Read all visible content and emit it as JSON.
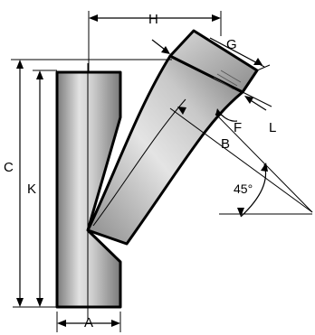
{
  "diagram": {
    "labels": {
      "h": "H",
      "g": "G",
      "c": "C",
      "k": "K",
      "f": "F",
      "l": "L",
      "b": "B",
      "a": "A",
      "angle": "45°"
    },
    "colors": {
      "outline": "#000000",
      "pipe_light": "#e6e6e6",
      "pipe_mid": "#b4b4b4",
      "pipe_dark": "#6e6e6e",
      "background": "#ffffff"
    }
  }
}
